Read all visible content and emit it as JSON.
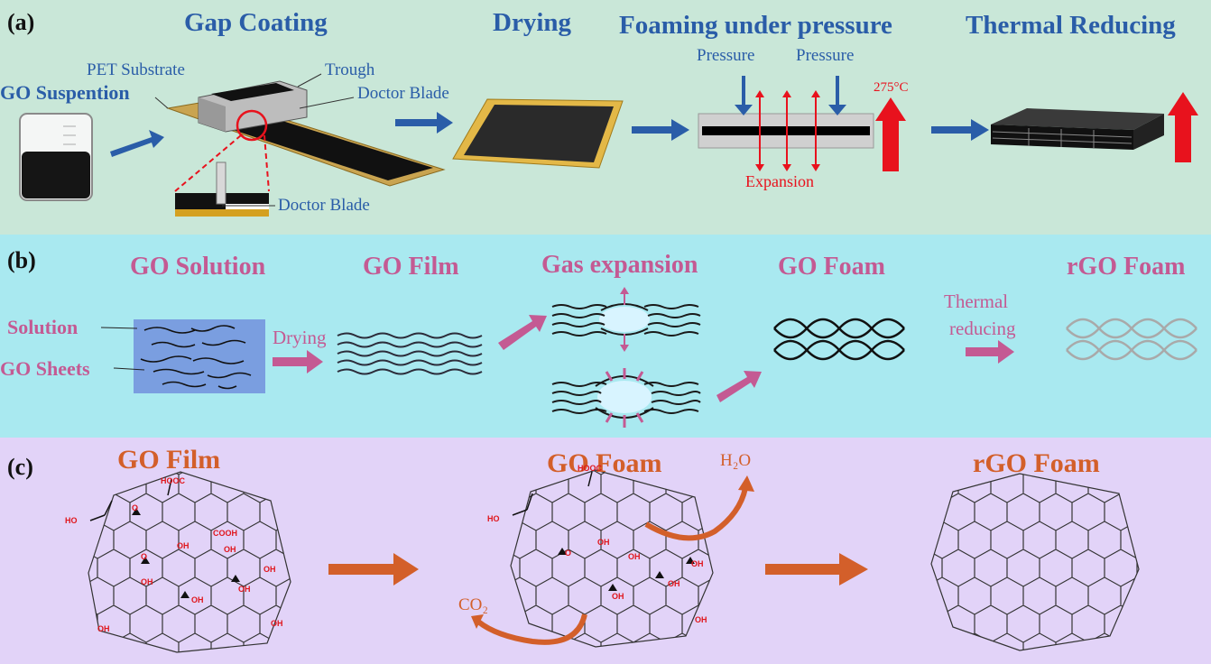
{
  "panel_a": {
    "tag": "(a)",
    "steps": [
      "Gap Coating",
      "Drying",
      "Foaming under pressure",
      "Thermal Reducing"
    ],
    "labels": {
      "pet": "PET Substrate",
      "trough": "Trough",
      "doctor_blade": "Doctor Blade",
      "go_suspension": "GO Suspention",
      "doctor_blade_inset": "Doctor Blade",
      "pressure_left": "Pressure",
      "pressure_right": "Pressure",
      "temperature": "275°C",
      "expansion": "Expansion"
    }
  },
  "panel_b": {
    "tag": "(b)",
    "steps": [
      "GO Solution",
      "GO Film",
      "Gas expansion",
      "GO Foam",
      "rGO Foam"
    ],
    "labels": {
      "solution": "Solution",
      "go_sheets": "GO Sheets",
      "drying": "Drying",
      "thermal_line1": "Thermal",
      "thermal_line2": "reducing"
    }
  },
  "panel_c": {
    "tag": "(c)",
    "titles": [
      "GO Film",
      "GO Foam",
      "rGO Foam"
    ],
    "h2o": "H₂O",
    "co2": "CO₂",
    "groups": {
      "hooc": "HOOC",
      "ho": "HO",
      "o": "O",
      "cooh": "COOH",
      "oh": "OH"
    }
  },
  "colors": {
    "panel_a_bg": "#c9e7d8",
    "panel_b_bg": "#a9e9f0",
    "panel_c_bg": "#e2d3f8",
    "blue_text": "#2a5da8",
    "pink_text": "#c45a93",
    "orange_text": "#d35f2a",
    "red": "#e8121d"
  }
}
